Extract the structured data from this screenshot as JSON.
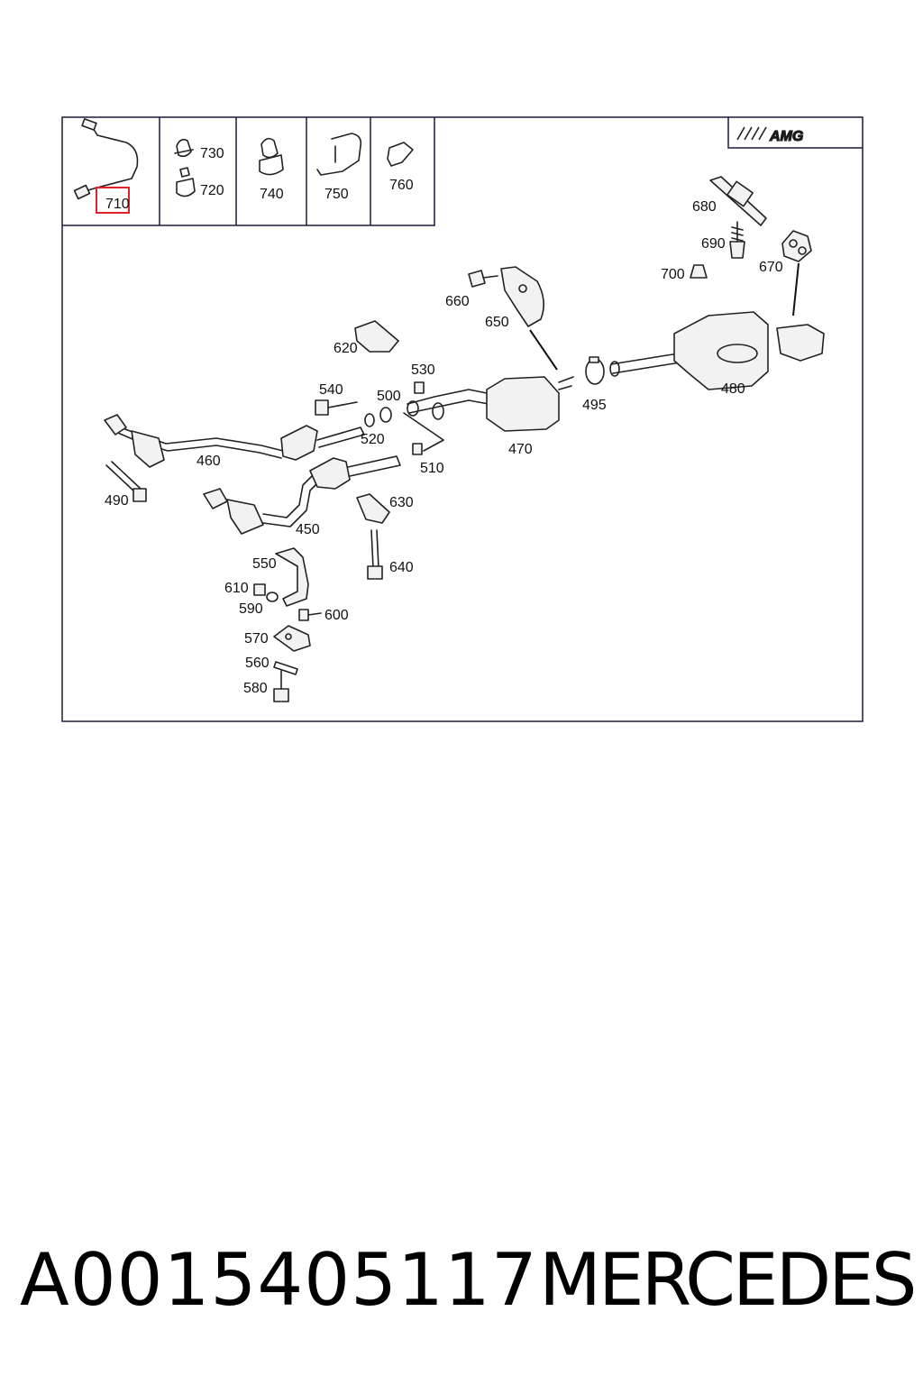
{
  "diagram": {
    "logo_text": "AMG",
    "highlight_color": "#e0202a",
    "callouts": {
      "c710": "710",
      "c730": "730",
      "c720": "720",
      "c740": "740",
      "c750": "750",
      "c760": "760",
      "c680": "680",
      "c690": "690",
      "c670": "670",
      "c700": "700",
      "c660": "660",
      "c650": "650",
      "c620": "620",
      "c530": "530",
      "c540": "540",
      "c500": "500",
      "c495": "495",
      "c480": "480",
      "c520": "520",
      "c470": "470",
      "c460": "460",
      "c510": "510",
      "c490": "490",
      "c630": "630",
      "c450": "450",
      "c550": "550",
      "c640": "640",
      "c610": "610",
      "c590": "590",
      "c600": "600",
      "c570": "570",
      "c560": "560",
      "c580": "580"
    }
  },
  "footer": {
    "part_number": "A0015405117",
    "brand": "MERCEDES"
  }
}
